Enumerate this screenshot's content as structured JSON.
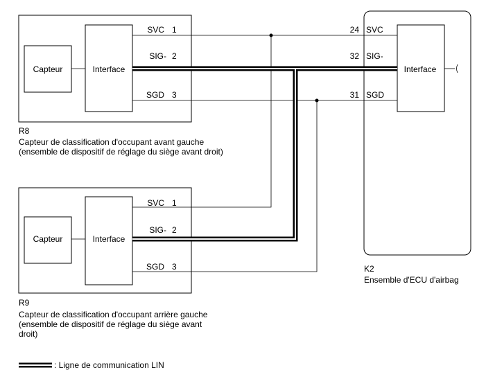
{
  "r8": {
    "id": "R8",
    "name": "Capteur de classification d'occupant avant gauche",
    "sub": "(ensemble de dispositif de réglage du siège avant droit)",
    "sensor_label": "Capteur",
    "interface_label": "Interface",
    "pins": [
      {
        "name": "SVC",
        "num": "1"
      },
      {
        "name": "SIG-",
        "num": "2"
      },
      {
        "name": "SGD",
        "num": "3"
      }
    ]
  },
  "r9": {
    "id": "R9",
    "name": "Capteur de classification d'occupant arrière gauche",
    "sub_line1": "(ensemble de dispositif de réglage du siège avant",
    "sub_line2": "droit)",
    "sensor_label": "Capteur",
    "interface_label": "Interface",
    "pins": [
      {
        "name": "SVC",
        "num": "1"
      },
      {
        "name": "SIG-",
        "num": "2"
      },
      {
        "name": "SGD",
        "num": "3"
      }
    ]
  },
  "k2": {
    "id": "K2",
    "name": "Ensemble d'ECU d'airbag",
    "interface_label": "Interface",
    "pins": [
      {
        "name": "SVC",
        "num": "24"
      },
      {
        "name": "SIG-",
        "num": "32"
      },
      {
        "name": "SGD",
        "num": "31"
      }
    ]
  },
  "legend": {
    "text": ": Ligne de communication LIN"
  },
  "colors": {
    "line": "#000000",
    "background": "#ffffff"
  }
}
